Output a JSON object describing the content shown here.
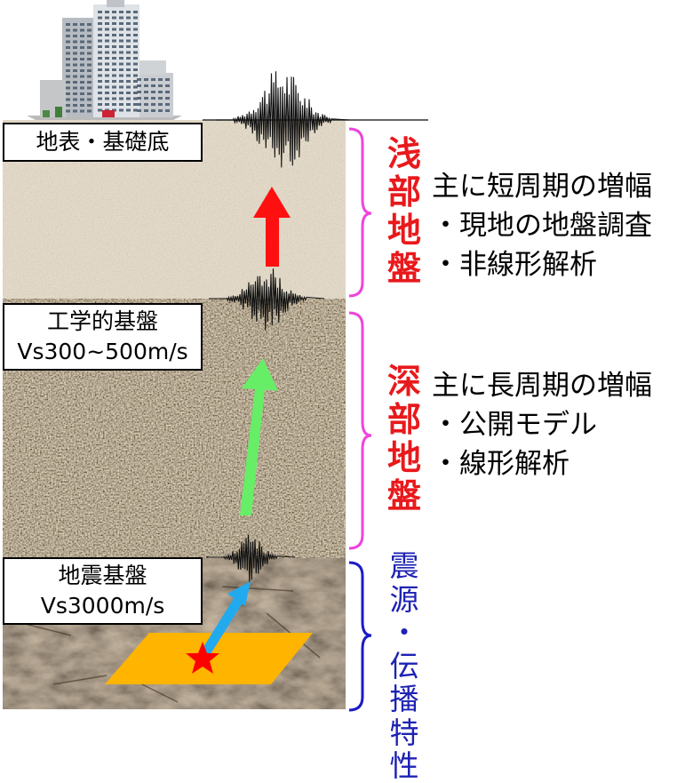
{
  "labels": {
    "surface": "地表・基礎底",
    "engineering_bedrock": {
      "line1": "工学的基盤",
      "line2": "Vs300~500m/s"
    },
    "seismic_bedrock": {
      "line1": "地震基盤",
      "line2": "Vs3000m/s"
    }
  },
  "sections": {
    "shallow": {
      "title": [
        "浅",
        "部",
        "地",
        "盤"
      ],
      "heading": "主に短周期の増幅",
      "items": [
        "・現地の地盤調査",
        "・非線形解析"
      ]
    },
    "deep": {
      "title": [
        "深",
        "部",
        "地",
        "盤"
      ],
      "heading": "主に長周期の増幅",
      "items": [
        "・公開モデル",
        "・線形解析"
      ]
    },
    "source": {
      "title": [
        "震",
        "源",
        "・",
        "伝",
        "播",
        "特",
        "性"
      ]
    }
  },
  "colors": {
    "shallow_title": "#e8191c",
    "deep_title": "#e8191c",
    "source_title": "#1e22b4",
    "bracket_pink": "#ee44dd",
    "bracket_blue": "#1a1ac8",
    "arrow_red": "#ff1010",
    "arrow_green": "#66ee66",
    "arrow_blue": "#22aaee",
    "fault_plane": "#ffb400",
    "epicenter_star": "#ff0000",
    "layer_surface": "#e2d9c8",
    "layer_engineering": "#8f7f69",
    "layer_seismic": "#6c5a48"
  },
  "icons": [
    "building-icon",
    "epicenter-star-icon"
  ]
}
